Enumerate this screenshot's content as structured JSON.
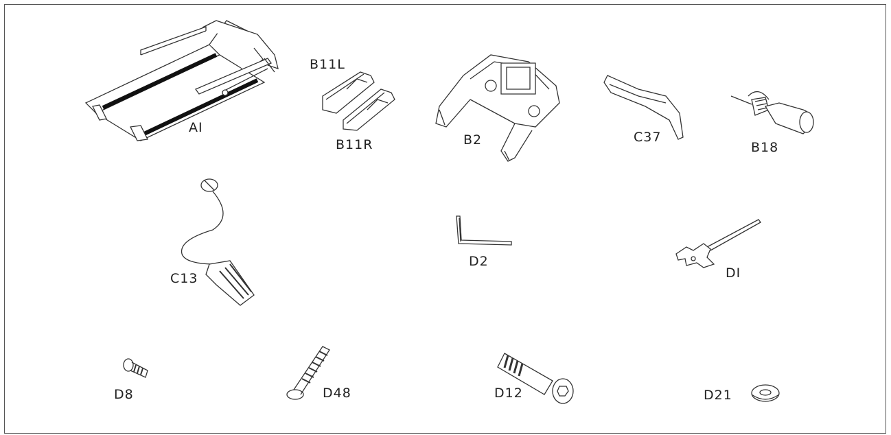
{
  "parts": {
    "A1": "AI",
    "B11L": "B11L",
    "B11R": "B11R",
    "B2": "B2",
    "C37": "C37",
    "B18": "B18",
    "C13": "C13",
    "D2": "D2",
    "D1": "DI",
    "D8": "D8",
    "D48": "D48",
    "D12": "D12",
    "D21": "D21"
  }
}
